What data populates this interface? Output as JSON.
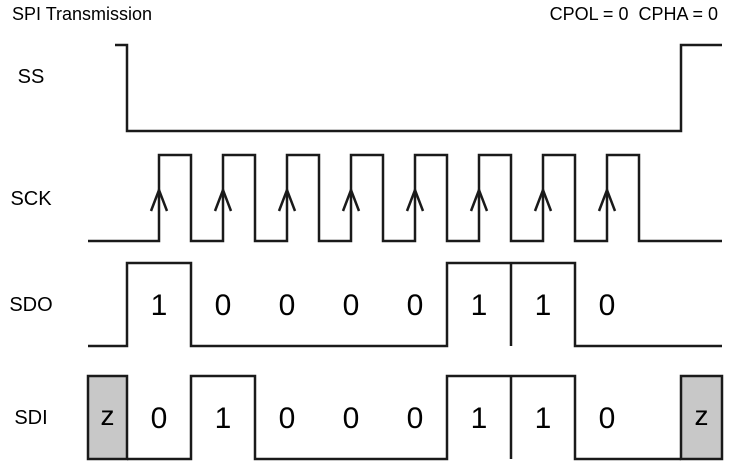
{
  "header": {
    "title": "SPI Transmission",
    "mode": "CPOL = 0  CPHA = 0"
  },
  "colors": {
    "line": "#1a1a1a",
    "z_fill": "#c8c8c8",
    "text": "#000000"
  },
  "diagram": {
    "type": "timing-waveform",
    "signals": [
      {
        "label": "SS",
        "kind": "select"
      },
      {
        "label": "SCK",
        "kind": "clock",
        "pulses": 8,
        "sample_edge": "rising"
      },
      {
        "label": "SDO",
        "kind": "data",
        "bits": [
          "1",
          "0",
          "0",
          "0",
          "0",
          "1",
          "1",
          "0"
        ]
      },
      {
        "label": "SDI",
        "kind": "data",
        "bits": [
          "0",
          "1",
          "0",
          "0",
          "0",
          "1",
          "1",
          "0"
        ],
        "tristate_label": "z"
      }
    ]
  }
}
